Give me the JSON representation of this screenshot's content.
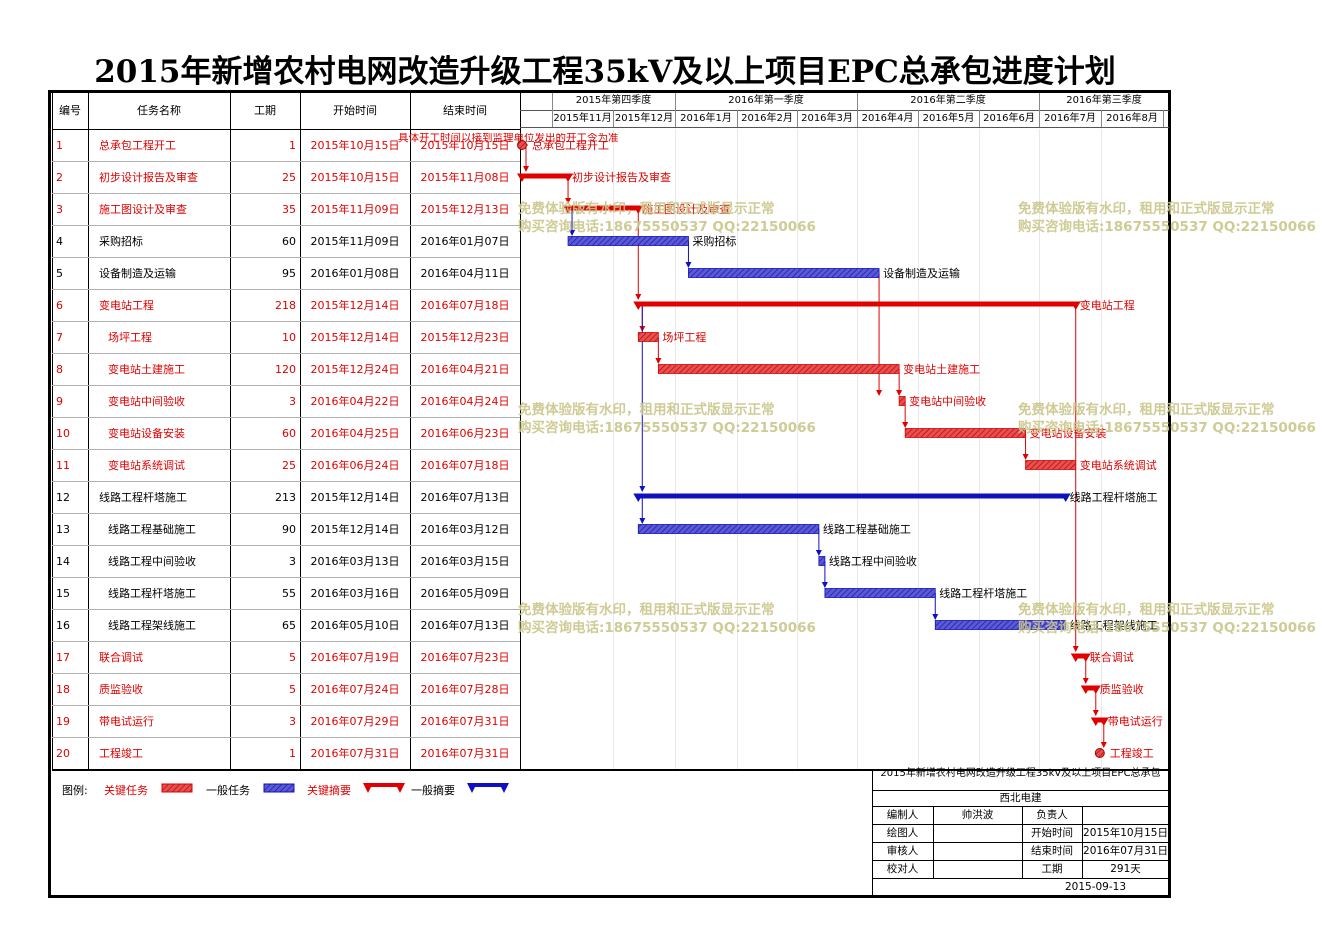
{
  "title": "2015年新增农村电网改造升级工程35kV及以上项目EPC总承包进度计划",
  "table": {
    "headers": {
      "id": "编号",
      "name": "任务名称",
      "dur": "工期",
      "start": "开始时间",
      "end": "结束时间"
    },
    "rows": [
      {
        "id": "1",
        "name": "总承包工程开工",
        "dur": "1",
        "start": "2015年10月15日",
        "end": "2015年10月15日",
        "critical": true,
        "indent": false
      },
      {
        "id": "2",
        "name": "初步设计报告及审查",
        "dur": "25",
        "start": "2015年10月15日",
        "end": "2015年11月08日",
        "critical": true,
        "indent": false
      },
      {
        "id": "3",
        "name": "施工图设计及审查",
        "dur": "35",
        "start": "2015年11月09日",
        "end": "2015年12月13日",
        "critical": true,
        "indent": false
      },
      {
        "id": "4",
        "name": "采购招标",
        "dur": "60",
        "start": "2015年11月09日",
        "end": "2016年01月07日",
        "critical": false,
        "indent": false
      },
      {
        "id": "5",
        "name": "设备制造及运输",
        "dur": "95",
        "start": "2016年01月08日",
        "end": "2016年04月11日",
        "critical": false,
        "indent": false
      },
      {
        "id": "6",
        "name": "变电站工程",
        "dur": "218",
        "start": "2015年12月14日",
        "end": "2016年07月18日",
        "critical": true,
        "indent": false
      },
      {
        "id": "7",
        "name": "场坪工程",
        "dur": "10",
        "start": "2015年12月14日",
        "end": "2015年12月23日",
        "critical": true,
        "indent": true
      },
      {
        "id": "8",
        "name": "变电站土建施工",
        "dur": "120",
        "start": "2015年12月24日",
        "end": "2016年04月21日",
        "critical": true,
        "indent": true
      },
      {
        "id": "9",
        "name": "变电站中间验收",
        "dur": "3",
        "start": "2016年04月22日",
        "end": "2016年04月24日",
        "critical": true,
        "indent": true
      },
      {
        "id": "10",
        "name": "变电站设备安装",
        "dur": "60",
        "start": "2016年04月25日",
        "end": "2016年06月23日",
        "critical": true,
        "indent": true
      },
      {
        "id": "11",
        "name": "变电站系统调试",
        "dur": "25",
        "start": "2016年06月24日",
        "end": "2016年07月18日",
        "critical": true,
        "indent": true
      },
      {
        "id": "12",
        "name": "线路工程杆塔施工",
        "dur": "213",
        "start": "2015年12月14日",
        "end": "2016年07月13日",
        "critical": false,
        "indent": false
      },
      {
        "id": "13",
        "name": "线路工程基础施工",
        "dur": "90",
        "start": "2015年12月14日",
        "end": "2016年03月12日",
        "critical": false,
        "indent": true
      },
      {
        "id": "14",
        "name": "线路工程中间验收",
        "dur": "3",
        "start": "2016年03月13日",
        "end": "2016年03月15日",
        "critical": false,
        "indent": true
      },
      {
        "id": "15",
        "name": "线路工程杆塔施工",
        "dur": "55",
        "start": "2016年03月16日",
        "end": "2016年05月09日",
        "critical": false,
        "indent": true
      },
      {
        "id": "16",
        "name": "线路工程架线施工",
        "dur": "65",
        "start": "2016年05月10日",
        "end": "2016年07月13日",
        "critical": false,
        "indent": true
      },
      {
        "id": "17",
        "name": "联合调试",
        "dur": "5",
        "start": "2016年07月19日",
        "end": "2016年07月23日",
        "critical": true,
        "indent": false
      },
      {
        "id": "18",
        "name": "质监验收",
        "dur": "5",
        "start": "2016年07月24日",
        "end": "2016年07月28日",
        "critical": true,
        "indent": false
      },
      {
        "id": "19",
        "name": "带电试运行",
        "dur": "3",
        "start": "2016年07月29日",
        "end": "2016年07月31日",
        "critical": true,
        "indent": false
      },
      {
        "id": "20",
        "name": "工程竣工",
        "dur": "1",
        "start": "2016年07月31日",
        "end": "2016年07月31日",
        "critical": true,
        "indent": false
      }
    ]
  },
  "timeline": {
    "quarters": [
      "2015年第四季度",
      "2016年第一季度",
      "2016年第二季度",
      "2016年第三季度"
    ],
    "months": [
      "2015年11月",
      "2015年12月",
      "2016年1月",
      "2016年2月",
      "2016年3月",
      "2016年4月",
      "2016年5月",
      "2016年6月",
      "2016年7月",
      "2016年8月"
    ]
  },
  "gantt": {
    "start_note": "具体开工时间以接到监理单位发出的开工令为准",
    "tasks": [
      {
        "id": 1,
        "type": "milestone",
        "start": "2015-10-15",
        "end": "2015-10-15",
        "critical": true,
        "label": "总承包工程开工"
      },
      {
        "id": 2,
        "type": "summary",
        "start": "2015-10-15",
        "end": "2015-11-08",
        "critical": true,
        "label": "初步设计报告及审查"
      },
      {
        "id": 3,
        "type": "summary",
        "start": "2015-11-09",
        "end": "2015-12-13",
        "critical": true,
        "label": "施工图设计及审查"
      },
      {
        "id": 4,
        "type": "task",
        "start": "2015-11-09",
        "end": "2016-01-07",
        "critical": false,
        "label": "采购招标"
      },
      {
        "id": 5,
        "type": "task",
        "start": "2016-01-08",
        "end": "2016-04-11",
        "critical": false,
        "label": "设备制造及运输"
      },
      {
        "id": 6,
        "type": "summary",
        "start": "2015-12-14",
        "end": "2016-07-18",
        "critical": true,
        "label": "变电站工程"
      },
      {
        "id": 7,
        "type": "task",
        "start": "2015-12-14",
        "end": "2015-12-23",
        "critical": true,
        "label": "场坪工程"
      },
      {
        "id": 8,
        "type": "task",
        "start": "2015-12-24",
        "end": "2016-04-21",
        "critical": true,
        "label": "变电站土建施工"
      },
      {
        "id": 9,
        "type": "task",
        "start": "2016-04-22",
        "end": "2016-04-24",
        "critical": true,
        "label": "变电站中间验收"
      },
      {
        "id": 10,
        "type": "task",
        "start": "2016-04-25",
        "end": "2016-06-23",
        "critical": true,
        "label": "变电站设备安装"
      },
      {
        "id": 11,
        "type": "task",
        "start": "2016-06-24",
        "end": "2016-07-18",
        "critical": true,
        "label": "变电站系统调试"
      },
      {
        "id": 12,
        "type": "summary",
        "start": "2015-12-14",
        "end": "2016-07-13",
        "critical": false,
        "label": "线路工程杆塔施工"
      },
      {
        "id": 13,
        "type": "task",
        "start": "2015-12-14",
        "end": "2016-03-12",
        "critical": false,
        "label": "线路工程基础施工"
      },
      {
        "id": 14,
        "type": "task",
        "start": "2016-03-13",
        "end": "2016-03-15",
        "critical": false,
        "label": "线路工程中间验收"
      },
      {
        "id": 15,
        "type": "task",
        "start": "2016-03-16",
        "end": "2016-05-09",
        "critical": false,
        "label": "线路工程杆塔施工"
      },
      {
        "id": 16,
        "type": "task",
        "start": "2016-05-10",
        "end": "2016-07-13",
        "critical": false,
        "label": "线路工程架线施工"
      },
      {
        "id": 17,
        "type": "summary",
        "start": "2016-07-19",
        "end": "2016-07-23",
        "critical": true,
        "label": "联合调试"
      },
      {
        "id": 18,
        "type": "summary",
        "start": "2016-07-24",
        "end": "2016-07-28",
        "critical": true,
        "label": "质监验收"
      },
      {
        "id": 19,
        "type": "summary",
        "start": "2016-07-29",
        "end": "2016-07-31",
        "critical": true,
        "label": "带电试运行"
      },
      {
        "id": 20,
        "type": "milestone",
        "start": "2016-07-31",
        "end": "2016-07-31",
        "critical": true,
        "label": "工程竣工"
      }
    ],
    "links": [
      [
        1,
        2
      ],
      [
        2,
        3
      ],
      [
        3,
        4
      ],
      [
        4,
        5
      ],
      [
        3,
        6
      ],
      [
        6,
        7
      ],
      [
        7,
        8
      ],
      [
        8,
        9
      ],
      [
        9,
        10
      ],
      [
        10,
        11
      ],
      [
        5,
        9
      ],
      [
        6,
        12
      ],
      [
        12,
        13
      ],
      [
        13,
        14
      ],
      [
        14,
        15
      ],
      [
        15,
        16
      ],
      [
        6,
        17
      ],
      [
        17,
        18
      ],
      [
        18,
        19
      ],
      [
        19,
        20
      ]
    ]
  },
  "watermark": {
    "line1": "免费体验版有水印，租用和正式版显示正常",
    "line2": "购买咨询电话:18675550537 QQ:22150066"
  },
  "legend": {
    "title": "图例:",
    "items": [
      {
        "label": "关键任务",
        "color": "#e00000"
      },
      {
        "label": "一般任务",
        "color": "#1010c0"
      },
      {
        "label": "关键摘要",
        "color": "#e00000"
      },
      {
        "label": "一般摘要",
        "color": "#1010c0"
      }
    ]
  },
  "info": {
    "project": "2015年新增农村电网改造升级工程35kV及以上项目EPC总承包",
    "company": "西北电建",
    "rows": [
      {
        "k1": "编制人",
        "v1": "帅洪波",
        "k2": "负责人",
        "v2": ""
      },
      {
        "k1": "绘图人",
        "v1": "",
        "k2": "开始时间",
        "v2": "2015年10月15日"
      },
      {
        "k1": "审核人",
        "v1": "",
        "k2": "结束时间",
        "v2": "2016年07月31日"
      },
      {
        "k1": "校对人",
        "v1": "",
        "k2": "工期",
        "v2": "291天"
      }
    ],
    "date": "2015-09-13"
  },
  "colors": {
    "critical": "#e00000",
    "normal": "#1010c0",
    "watermark": "#c9c68a"
  }
}
